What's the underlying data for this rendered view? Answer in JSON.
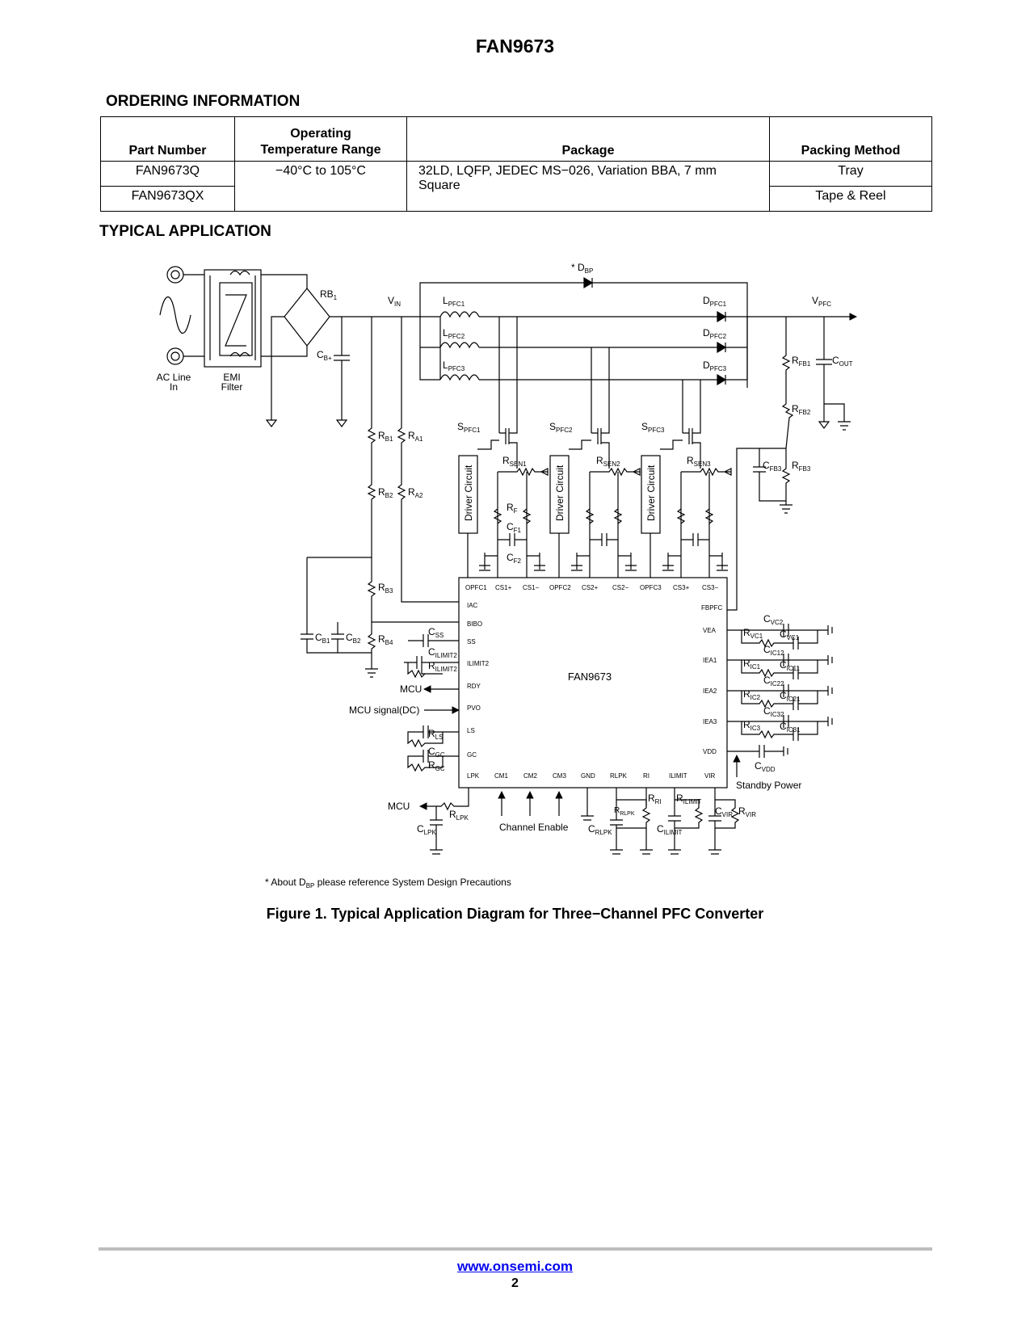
{
  "header": {
    "title": "FAN9673"
  },
  "ordering": {
    "heading": "ORDERING INFORMATION",
    "columns": [
      "Part Number",
      "Operating Temperature Range",
      "Package",
      "Packing Method"
    ],
    "col_temp_l1": "Operating",
    "col_temp_l2": "Temperature Range",
    "rows": [
      {
        "part": "FAN9673Q",
        "temp": "−40°C to 105°C",
        "package": "32LD, LQFP, JEDEC MS−026, Variation BBA, 7 mm Square",
        "packing": "Tray"
      },
      {
        "part": "FAN9673QX",
        "packing": "Tape & Reel"
      }
    ]
  },
  "application": {
    "heading": "TYPICAL APPLICATION",
    "labels": {
      "dbp": "* D",
      "dbp_sub": "BP",
      "ac_line_1": "AC Line",
      "ac_line_2": "In",
      "emi_1": "EMI",
      "emi_2": "Filter",
      "rb1": "RB",
      "rb1_sub": "1",
      "vin": "V",
      "vin_sub": "IN",
      "cbp": "C",
      "cbp_sub": "B+",
      "lpfc1": "L",
      "lpfc1_sub": "PFC1",
      "lpfc2": "L",
      "lpfc2_sub": "PFC2",
      "lpfc3": "L",
      "lpfc3_sub": "PFC3",
      "dpfc1": "D",
      "dpfc1_sub": "PFC1",
      "dpfc2": "D",
      "dpfc2_sub": "PFC2",
      "dpfc3": "D",
      "dpfc3_sub": "PFC3",
      "vpfc": "V",
      "vpfc_sub": "PFC",
      "rfb1": "R",
      "rfb1_sub": "FB1",
      "rfb2": "R",
      "rfb2_sub": "FB2",
      "rfb3": "R",
      "rfb3_sub": "FB3",
      "cfb3": "C",
      "cfb3_sub": "FB3",
      "cout": "C",
      "cout_sub": "OUT",
      "spfc1": "S",
      "spfc1_sub": "PFC1",
      "spfc2": "S",
      "spfc2_sub": "PFC2",
      "spfc3": "S",
      "spfc3_sub": "PFC3",
      "rsen1": "R",
      "rsen1_sub": "SEN1",
      "rsen2": "R",
      "rsen2_sub": "SEN2",
      "rsen3": "R",
      "rsen3_sub": "SEN3",
      "rf": "R",
      "rf_sub": "F",
      "cf1": "C",
      "cf1_sub": "F1",
      "cf2": "C",
      "cf2_sub": "F2",
      "driver": "Driver Circuit",
      "rb1r": "R",
      "rb1r_sub": "B1",
      "rb2r": "R",
      "rb2r_sub": "B2",
      "rb3r": "R",
      "rb3r_sub": "B3",
      "rb4r": "R",
      "rb4r_sub": "B4",
      "ra1": "R",
      "ra1_sub": "A1",
      "ra2": "R",
      "ra2_sub": "A2",
      "cb1": "C",
      "cb1_sub": "B1",
      "cb2": "C",
      "cb2_sub": "B2",
      "css": "C",
      "css_sub": "SS",
      "cilimit2": "C",
      "cilimit2_sub": "ILIMIT2",
      "rilimit2": "R",
      "rilimit2_sub": "ILIMIT2",
      "mcu": "MCU",
      "mcu_signal": "MCU signal(DC)",
      "rls": "R",
      "rls_sub": "LS",
      "cgc": "C",
      "cgc_sub": "GC",
      "rgc": "R",
      "rgc_sub": "GC",
      "rlpk": "R",
      "rlpk_sub": "LPK",
      "clpk": "C",
      "clpk_sub": "LPK",
      "channel_enable": "Channel Enable",
      "rrlpk": "R",
      "rrlpk_sub": "RLPK",
      "crlpk": "C",
      "crlpk_sub": "RLPK",
      "rri": "R",
      "rri_sub": "RI",
      "rilimit": "R",
      "rilimit_sub": "ILIMIT",
      "cilimit": "C",
      "cilimit_sub": "ILIMIT",
      "cvir": "C",
      "cvir_sub": "VIR",
      "rvir": "R",
      "rvir_sub": "VIR",
      "cvc2": "C",
      "cvc2_sub": "VC2",
      "rvc1": "R",
      "rvc1_sub": "VC1",
      "cvc1": "C",
      "cvc1_sub": "VC1",
      "cic12": "C",
      "cic12_sub": "IC12",
      "ric1": "R",
      "ric1_sub": "IC1",
      "cic11": "C",
      "cic11_sub": "IC11",
      "cic22": "C",
      "cic22_sub": "IC22",
      "ric2": "R",
      "ric2_sub": "IC2",
      "cic21": "C",
      "cic21_sub": "IC21",
      "cic32": "C",
      "cic32_sub": "IC32",
      "ric3": "R",
      "ric3_sub": "IC3",
      "cic31": "C",
      "cic31_sub": "IC31",
      "cvdd": "C",
      "cvdd_sub": "VDD",
      "standby": "Standby Power"
    },
    "ic": {
      "name": "FAN9673",
      "top_pins": [
        "OPFC1",
        "CS1+",
        "CS1−",
        "OPFC2",
        "CS2+",
        "CS2−",
        "OPFC3",
        "CS3+",
        "CS3−"
      ],
      "left_pins": [
        "IAC",
        "BIBO",
        "SS",
        "ILIMIT2",
        "RDY",
        "PVO",
        "LS",
        "GC"
      ],
      "right_pins": [
        "FBPFC",
        "VEA",
        "IEA1",
        "IEA2",
        "IEA3",
        "VDD",
        "VIR"
      ],
      "bottom_pins": [
        "LPK",
        "CM1",
        "CM2",
        "CM3",
        "GND",
        "RLPK",
        "RI",
        "ILIMIT"
      ]
    },
    "footnote_pre": "* About D",
    "footnote_sub": "BP",
    "footnote_post": " please reference System Design Precautions",
    "caption": "Figure 1. Typical Application Diagram for Three−Channel PFC Converter"
  },
  "footer": {
    "link": "www.onsemi.com",
    "page": "2"
  }
}
